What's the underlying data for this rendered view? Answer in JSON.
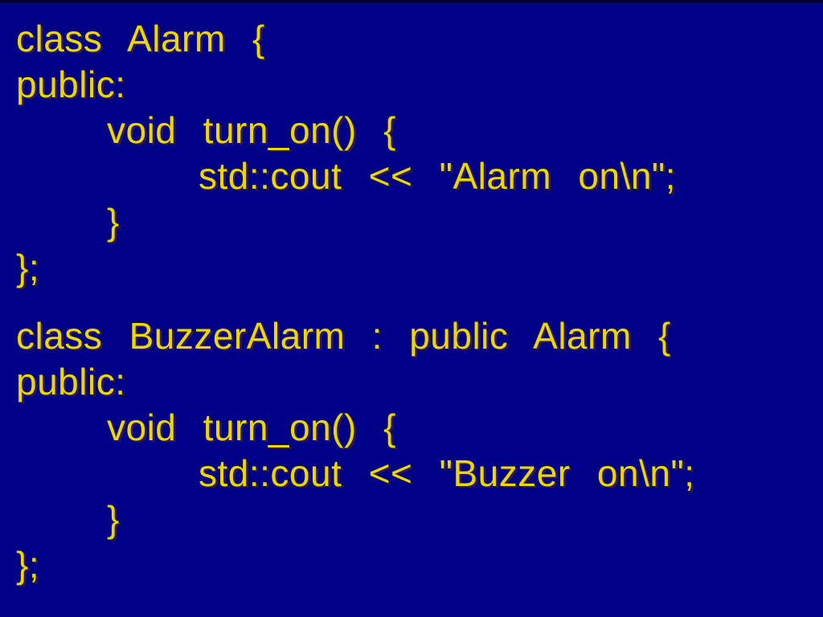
{
  "slide": {
    "type": "presentation-code-slide",
    "background_color": "#000086",
    "text_color": "#EBD800",
    "language": "cpp"
  },
  "code": {
    "block1": [
      "class Alarm {",
      "public:",
      "void turn_on() {",
      "std::cout << \"Alarm on\\n\";",
      "}",
      "};"
    ],
    "block2": [
      "class BuzzerAlarm : public Alarm {",
      "public:",
      "void turn_on() {",
      "std::cout << \"Buzzer on\\n\";",
      "}",
      "};"
    ]
  }
}
